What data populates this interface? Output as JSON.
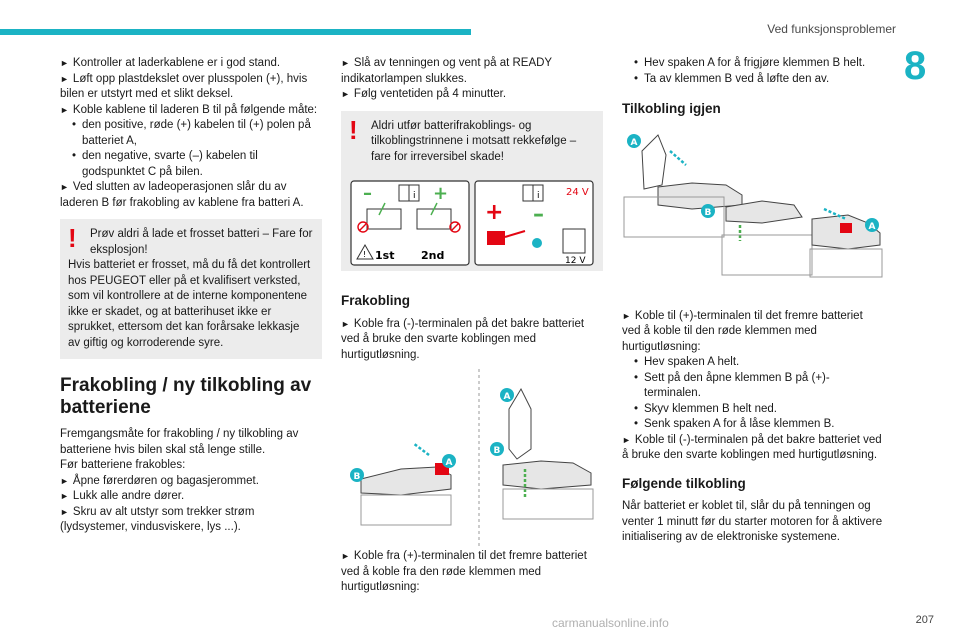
{
  "header": {
    "title": "Ved funksjonsproblemer",
    "chapter": "8",
    "page_number": "207"
  },
  "watermark": "carmanualsonline.info",
  "col1": {
    "steps": [
      "Kontroller at laderkablene er i god stand.",
      "Løft opp plastdekslet over plusspolen (+), hvis bilen er utstyrt med et slikt deksel.",
      "Koble kablene til laderen B til på følgende måte:"
    ],
    "bullets": [
      "den positive, røde (+) kabelen til (+) polen på batteriet A,",
      "den negative, svarte (–) kabelen til godspunktet C på bilen."
    ],
    "step_last": "Ved slutten av ladeoperasjonen slår du av laderen B før frakobling av kablene fra batteri A.",
    "warning": {
      "line1": "Prøv aldri å lade et frosset batteri – Fare for eksplosjon!",
      "line2": "Hvis batteriet er frosset, må du få det kontrollert hos PEUGEOT eller på et kvalifisert verksted, som vil kontrollere at de interne komponentene ikke er skadet, og at batterihuset ikke er sprukket, ettersom det kan forårsake lekkasje av giftig og korroderende syre."
    },
    "section_title": "Frakobling / ny tilkobling av batteriene",
    "intro": "Fremgangsmåte for frakobling / ny tilkobling av batteriene hvis bilen skal stå lenge stille.",
    "intro2": "Før batteriene frakobles:",
    "steps2": [
      "Åpne førerdøren og bagasjerommet.",
      "Lukk alle andre dører.",
      "Skru av alt utstyr som trekker strøm (lydsystemer, vindusviskere, lys ...)."
    ]
  },
  "col2": {
    "steps": [
      "Slå av tenningen og vent på at READY indikatorlampen slukkes.",
      "Følg ventetiden på 4 minutter."
    ],
    "warning": "Aldri utfør batterifrakoblings- og tilkoblingstrinnene i motsatt rekkefølge – fare for irreversibel skade!",
    "fig_labels": {
      "first": "1st",
      "second": "2nd",
      "volt24": "24 V",
      "volt12": "12 V"
    },
    "subtitle": "Frakobling",
    "step_neg": "Koble fra (-)-terminalen på det bakre batteriet ved å bruke den svarte koblingen med hurtigutløsning.",
    "step_pos": "Koble fra (+)-terminalen til det fremre batteriet ved å koble fra den røde klemmen med hurtigutløsning:"
  },
  "col3": {
    "bullets_top": [
      "Hev spaken A for å frigjøre klemmen B helt.",
      "Ta av klemmen B ved å løfte den av."
    ],
    "subtitle1": "Tilkobling igjen",
    "step_pos": "Koble til (+)-terminalen til det fremre batteriet ved å koble til den røde klemmen med hurtigutløsning:",
    "bullets": [
      "Hev spaken A helt.",
      "Sett på den åpne klemmen B på (+)-terminalen.",
      "Skyv klemmen B helt ned.",
      "Senk spaken A for å låse klemmen B."
    ],
    "step_neg": "Koble til (-)-terminalen på det bakre batteriet ved å bruke den svarte koblingen med hurtigutløsning.",
    "subtitle2": "Følgende tilkobling",
    "final": "Når batteriet er koblet til, slår du på tenningen og venter 1 minutt før du starter motoren for å aktivere initialisering av de elektroniske systemene."
  },
  "labels": {
    "A": "A",
    "B": "B"
  },
  "colors": {
    "accent": "#1bb3c4",
    "warning": "#e30613",
    "callout": "#1bb3c4",
    "green": "#4caf50"
  }
}
